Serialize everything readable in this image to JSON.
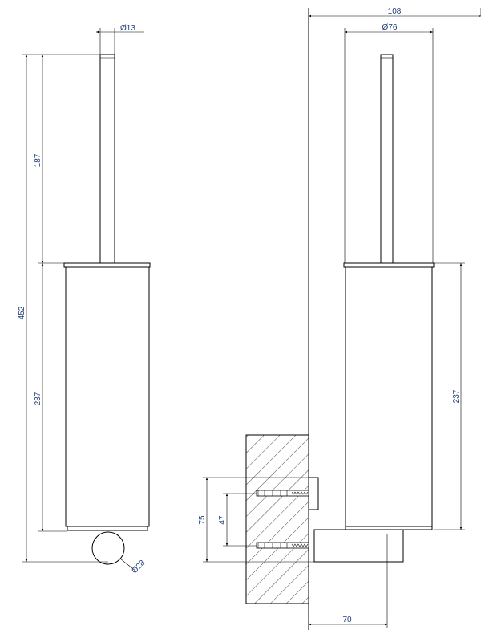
{
  "drawing": {
    "front_view": {
      "rod_diameter": "Ø13",
      "total_height": "452",
      "handle_length": "187",
      "body_height": "237",
      "mount_diameter": "Ø28"
    },
    "side_view": {
      "projection": "108",
      "body_diameter": "Ø76",
      "body_height": "237",
      "bracket_height": "75",
      "screw_spacing": "47",
      "arm_offset": "70"
    },
    "colors": {
      "line": "#000000",
      "dimension_text": "#1f3a78"
    }
  }
}
